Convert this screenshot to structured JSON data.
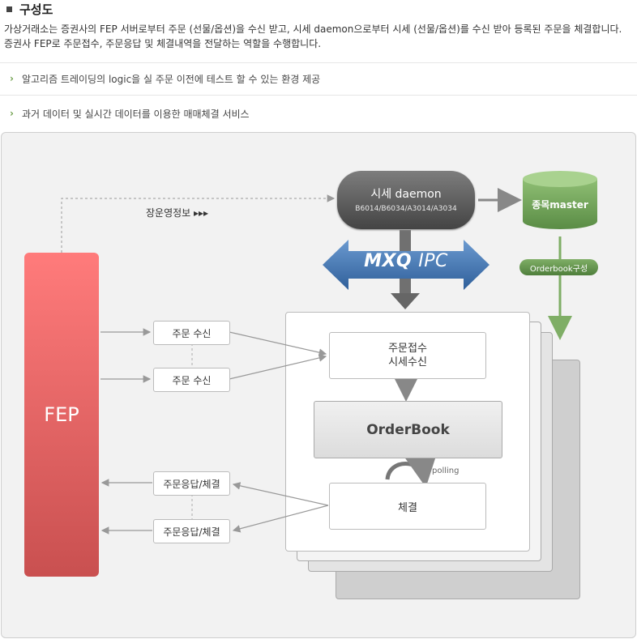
{
  "header": {
    "title": "구성도"
  },
  "intro": "가상거래소는 증권사의 FEP 서버로부터 주문 (선물/옵션)을 수신 받고, 시세 daemon으로부터 시세 (선물/옵션)를 수신 받아 등록된 주문을 체결합니다. 증권사 FEP로 주문접수, 주문응답 및 체결내역을 전달하는 역할을 수행합니다.",
  "bullets": [
    "알고리즘 트레이딩의 logic을 실 주문 이전에 테스트 할 수 있는 환경 제공",
    "과거 데이터 및 실시간 데이터를 이용한 매매체결 서비스"
  ],
  "diagram": {
    "fep": "FEP",
    "daemon_title": "시세 daemon",
    "daemon_sub": "B6014/B6034/A3014/A3034",
    "master": "종목master",
    "orderbook_config": "Orderbook구성",
    "mxq_bold": "MXQ",
    "mxq_light": "IPC",
    "price_info": "장운영정보 ▸▸▸",
    "order_recv_1": "주문 수신",
    "order_recv_2": "주문 수신",
    "order_resp_1": "주문응답/체결",
    "order_resp_2": "주문응답/체결",
    "accept_line1": "주문접수",
    "accept_line2": "시세수신",
    "orderbook": "OrderBook",
    "polling": "polling",
    "match": "체결"
  },
  "colors": {
    "fep": "#e86060",
    "master": "#6c9e52",
    "mxq": "#3f74b0",
    "daemon": "#5a5a5a"
  }
}
